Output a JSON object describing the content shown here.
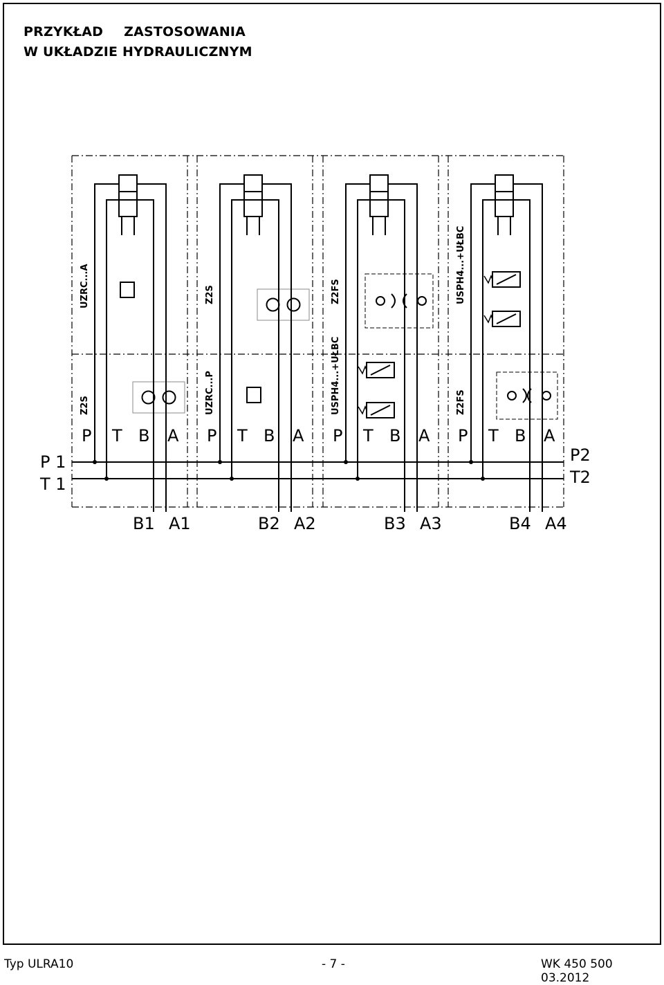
{
  "title": {
    "line1a": "PRZYKŁAD",
    "line1b": "ZASTOSOWANIA",
    "line2": "W UKŁADZIE HYDRAULICZNYM"
  },
  "ports_left": [
    "P 1",
    "T 1"
  ],
  "ports_right": [
    "P2",
    "T2"
  ],
  "section_ports": [
    "P",
    "T",
    "B",
    "A"
  ],
  "outputs": [
    {
      "b": "B1",
      "a": "A1"
    },
    {
      "b": "B2",
      "a": "A2"
    },
    {
      "b": "B3",
      "a": "A3"
    },
    {
      "b": "B4",
      "a": "A4"
    }
  ],
  "modules_upper": [
    "UZRC...A",
    "Z2S",
    "Z2FS",
    "USPH4...+UŁBC"
  ],
  "modules_lower": [
    "Z2S",
    "UZRC...P",
    "USPH4...+UŁBC",
    "Z2FS"
  ],
  "footer": {
    "type": "Typ ULRA10",
    "page": "- 7 -",
    "code": "WK 450 500",
    "date": "03.2012"
  }
}
